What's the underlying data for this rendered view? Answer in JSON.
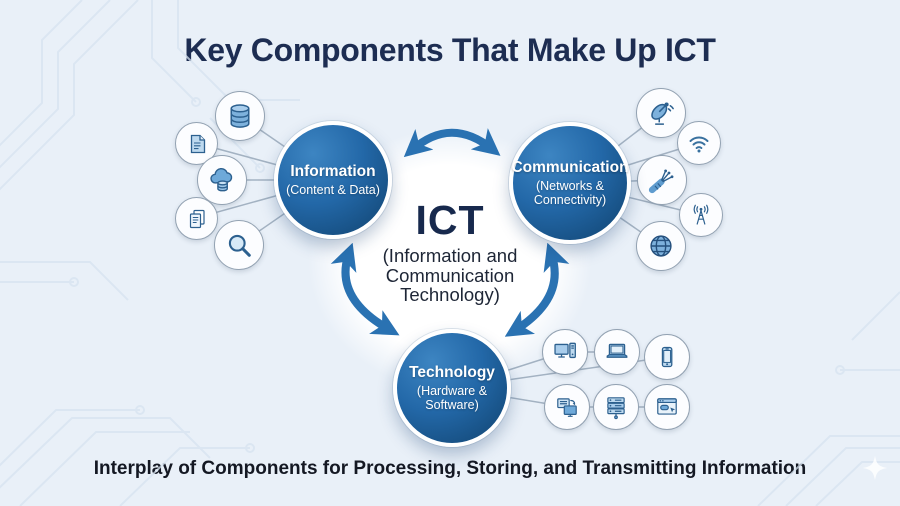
{
  "title": "Key Components That Make Up ICT",
  "caption": "Interplay of Components for Processing, Storing, and Transmitting Information",
  "center": {
    "acronym": "ICT",
    "expansion": "(Information and\nCommunication\nTechnology)"
  },
  "nodes": {
    "information": {
      "label": "Information",
      "sublabel": "(Content & Data)"
    },
    "communication": {
      "label": "Communication",
      "sublabel": "(Networks &\nConnectivity)"
    },
    "technology": {
      "label": "Technology",
      "sublabel": "(Hardware &\nSoftware)"
    }
  },
  "icon_groups": {
    "information": [
      "database-icon",
      "document-icon",
      "cloud-storage-icon",
      "files-icon",
      "search-icon"
    ],
    "communication": [
      "satellite-dish-icon",
      "wifi-icon",
      "fiber-cable-icon",
      "antenna-icon",
      "globe-icon"
    ],
    "technology": [
      "desktop-computer-icon",
      "laptop-icon",
      "smartphone-icon",
      "monitors-icon",
      "server-icon",
      "software-window-icon"
    ]
  },
  "colors": {
    "background": "#e9f0f8",
    "arrow_blue": "#2a72b2",
    "circle_gradient_top": "#3d85c2",
    "circle_gradient_bottom": "#123f6d",
    "title_navy": "#1d2d52",
    "icon_stroke": "#2c608f",
    "connector_gray": "#a3b2c2"
  }
}
